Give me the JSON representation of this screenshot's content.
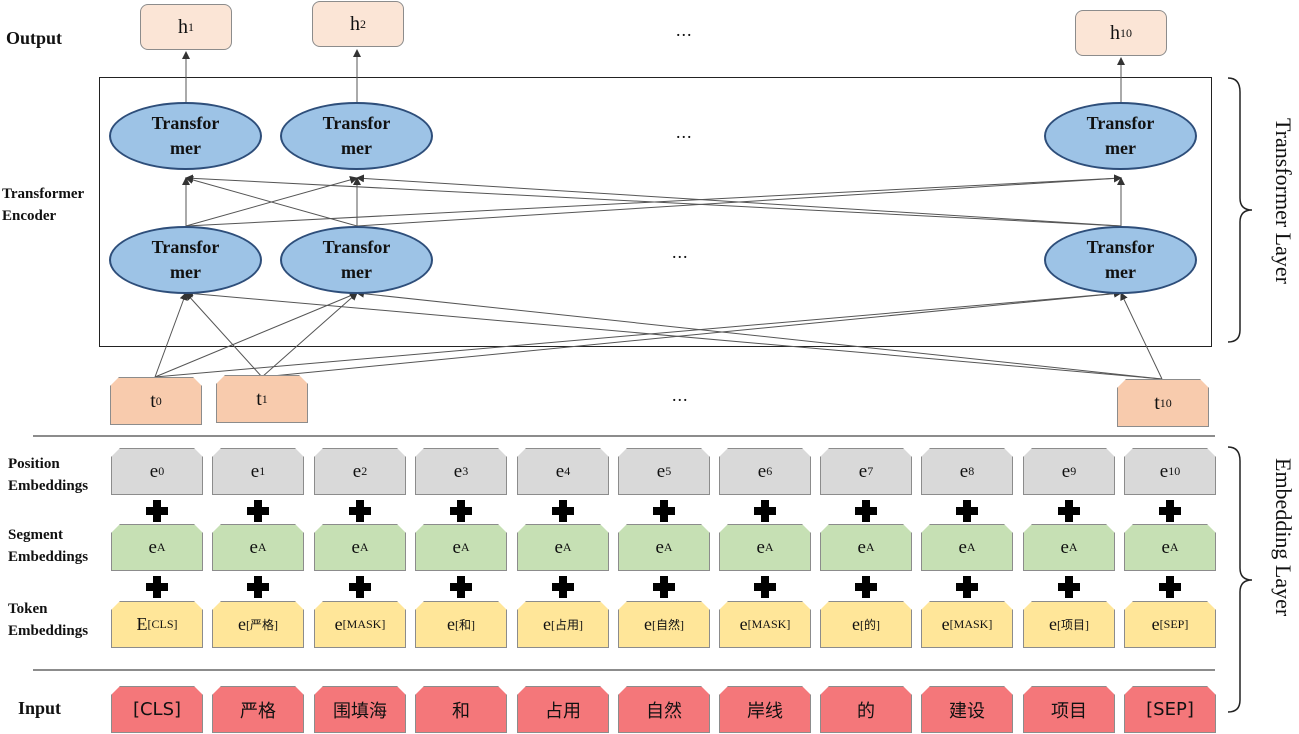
{
  "labels": {
    "output": "Output",
    "encoder": "Transformer\nEncoder",
    "position": "Position\nEmbeddings",
    "segment": "Segment\nEmbeddings",
    "token": "Token\nEmbeddings",
    "input": "Input",
    "transformer_layer": "Transformer Layer",
    "embedding_layer": "Embedding Layer"
  },
  "ellipsis": "...",
  "transformer_label": "Transfor\nmer",
  "outputs": [
    {
      "base": "h",
      "sub": "1"
    },
    {
      "base": "h",
      "sub": "2"
    },
    {
      "base": "h",
      "sub": "10"
    }
  ],
  "tokens_t": [
    {
      "base": "t",
      "sub": "0"
    },
    {
      "base": "t",
      "sub": "1"
    },
    {
      "base": "t",
      "sub": "10"
    }
  ],
  "position_embeddings": [
    {
      "base": "e",
      "sub": "0"
    },
    {
      "base": "e",
      "sub": "1"
    },
    {
      "base": "e",
      "sub": "2"
    },
    {
      "base": "e",
      "sub": "3"
    },
    {
      "base": "e",
      "sub": "4"
    },
    {
      "base": "e",
      "sub": "5"
    },
    {
      "base": "e",
      "sub": "6"
    },
    {
      "base": "e",
      "sub": "7"
    },
    {
      "base": "e",
      "sub": "8"
    },
    {
      "base": "e",
      "sub": "9"
    },
    {
      "base": "e",
      "sub": "10"
    }
  ],
  "segment_embeddings": [
    {
      "base": "e",
      "sub": "A"
    },
    {
      "base": "e",
      "sub": "A"
    },
    {
      "base": "e",
      "sub": "A"
    },
    {
      "base": "e",
      "sub": "A"
    },
    {
      "base": "e",
      "sub": "A"
    },
    {
      "base": "e",
      "sub": "A"
    },
    {
      "base": "e",
      "sub": "A"
    },
    {
      "base": "e",
      "sub": "A"
    },
    {
      "base": "e",
      "sub": "A"
    },
    {
      "base": "e",
      "sub": "A"
    },
    {
      "base": "e",
      "sub": "A"
    }
  ],
  "token_embeddings": [
    {
      "base": "E",
      "sub": "[CLS]"
    },
    {
      "base": "e",
      "sub": "[严格]"
    },
    {
      "base": "e",
      "sub": "[MASK]"
    },
    {
      "base": "e",
      "sub": "[和]"
    },
    {
      "base": "e",
      "sub": "[占用]"
    },
    {
      "base": "e",
      "sub": "[自然]"
    },
    {
      "base": "e",
      "sub": "[MASK]"
    },
    {
      "base": "e",
      "sub": "[的]"
    },
    {
      "base": "e",
      "sub": "[MASK]"
    },
    {
      "base": "e",
      "sub": "[项目]"
    },
    {
      "base": "e",
      "sub": "[SEP]"
    }
  ],
  "inputs": [
    "[CLS]",
    "严格",
    "围填海",
    "和",
    "占用",
    "自然",
    "岸线",
    "的",
    "建设",
    "项目",
    "[SEP]"
  ],
  "colors": {
    "node_fill": "#9dc3e6",
    "output_fill": "#fbe5d6",
    "t_fill": "#f8cbad",
    "position_fill": "#d9d9d9",
    "segment_fill": "#c6e0b4",
    "token_fill": "#ffe699",
    "input_fill": "#f4777a"
  }
}
